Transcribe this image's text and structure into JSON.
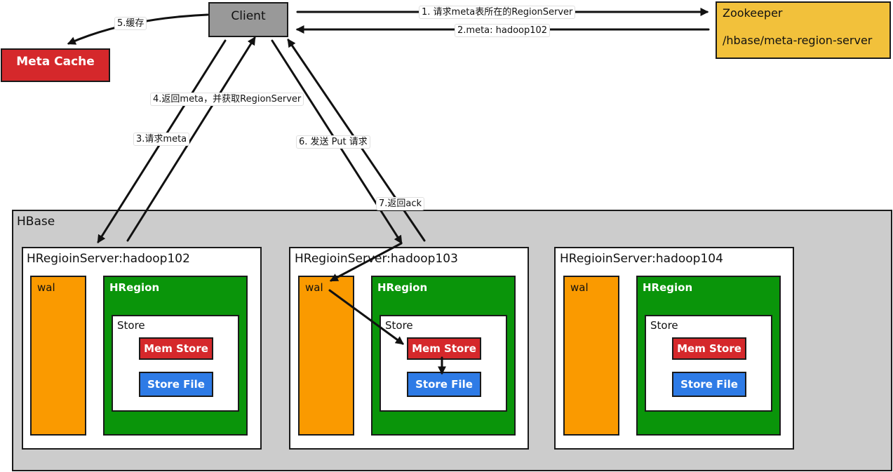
{
  "client": {
    "label": "Client"
  },
  "zookeeper": {
    "title": "Zookeeper",
    "path": "/hbase/meta-region-server"
  },
  "meta_cache": {
    "label": "Meta Cache"
  },
  "hbase": {
    "title": "HBase"
  },
  "steps": {
    "s1": "1. 请求meta表所在的RegionServer",
    "s2": "2.meta: hadoop102",
    "s3": "3.请求meta",
    "s4": "4.返回meta，并获取RegionServer",
    "s5": "5.缓存",
    "s6": "6. 发送 Put 请求",
    "s7": "7.返回ack"
  },
  "region_servers": [
    {
      "title": "HRegioinServer:hadoop102",
      "wal": "wal",
      "hregion": "HRegion",
      "store": "Store",
      "mem_store": "Mem Store",
      "store_file": "Store File"
    },
    {
      "title": "HRegioinServer:hadoop103",
      "wal": "wal",
      "hregion": "HRegion",
      "store": "Store",
      "mem_store": "Mem Store",
      "store_file": "Store File"
    },
    {
      "title": "HRegioinServer:hadoop104",
      "wal": "wal",
      "hregion": "HRegion",
      "store": "Store",
      "mem_store": "Mem Store",
      "store_file": "Store File"
    }
  ],
  "colors": {
    "client": "#999999",
    "zookeeper": "#f2c13b",
    "meta_cache": "#d5282b",
    "hbase": "#cccccc",
    "wal": "#fa9a00",
    "hregion": "#0a950a",
    "mem_store": "#d5282b",
    "store_file": "#2e7be6"
  }
}
